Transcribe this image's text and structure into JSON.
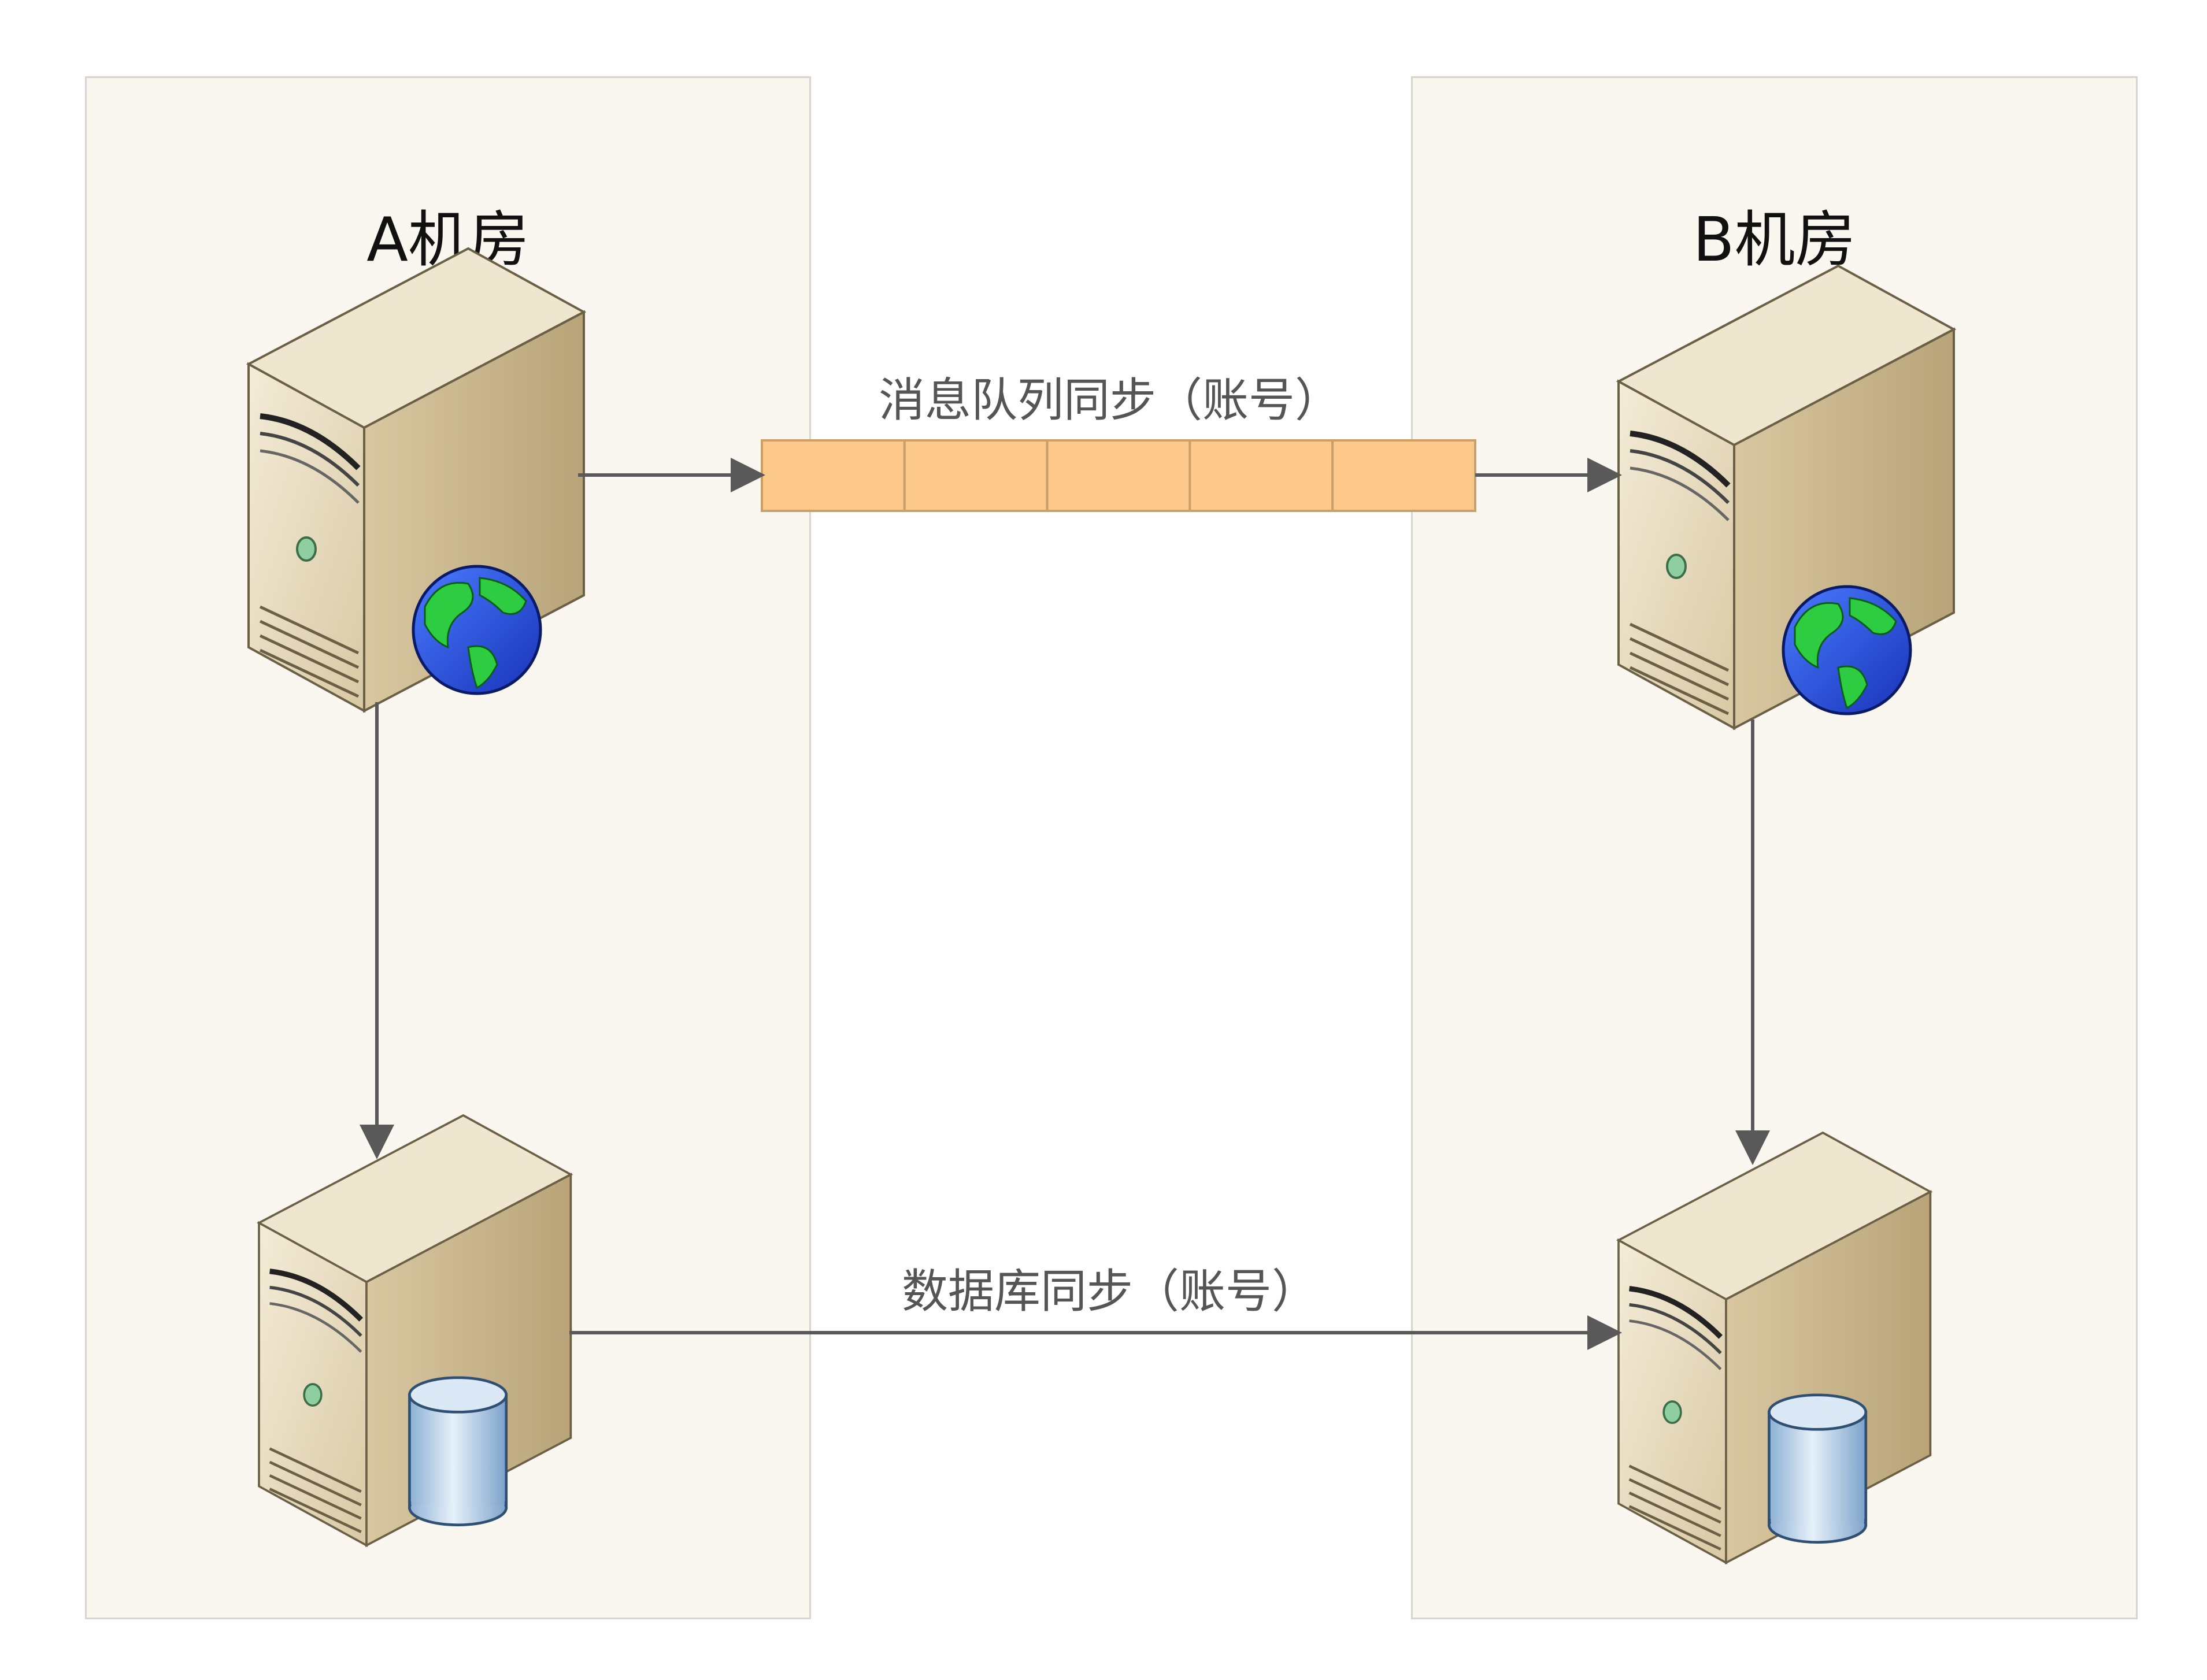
{
  "diagram": {
    "zones": [
      {
        "id": "a",
        "title": "A机房"
      },
      {
        "id": "b",
        "title": "B机房"
      }
    ],
    "nodes": [
      {
        "id": "a-web",
        "zone": "a",
        "kind": "web-server",
        "icon": "globe-icon"
      },
      {
        "id": "a-db",
        "zone": "a",
        "kind": "database-server",
        "icon": "database-icon"
      },
      {
        "id": "b-web",
        "zone": "b",
        "kind": "web-server",
        "icon": "globe-icon"
      },
      {
        "id": "b-db",
        "zone": "b",
        "kind": "database-server",
        "icon": "database-icon"
      }
    ],
    "edges": [
      {
        "id": "mq-sync",
        "from": "a-web",
        "to": "b-web",
        "label": "消息队列同步（账号）",
        "via": "message-queue"
      },
      {
        "id": "db-sync",
        "from": "a-db",
        "to": "b-db",
        "label": "数据库同步（账号）"
      },
      {
        "id": "a-web-to-db",
        "from": "a-web",
        "to": "a-db",
        "label": ""
      },
      {
        "id": "b-web-to-db",
        "from": "b-web",
        "to": "b-db",
        "label": ""
      }
    ],
    "message_queue": {
      "cells": 5,
      "fill": "#fdc98a",
      "stroke": "#c9a06a"
    }
  },
  "colors": {
    "zone_bg": "#f9f7f0",
    "arrow": "#595959",
    "server_front": "#e8dcc0",
    "server_side": "#c9b58c"
  }
}
